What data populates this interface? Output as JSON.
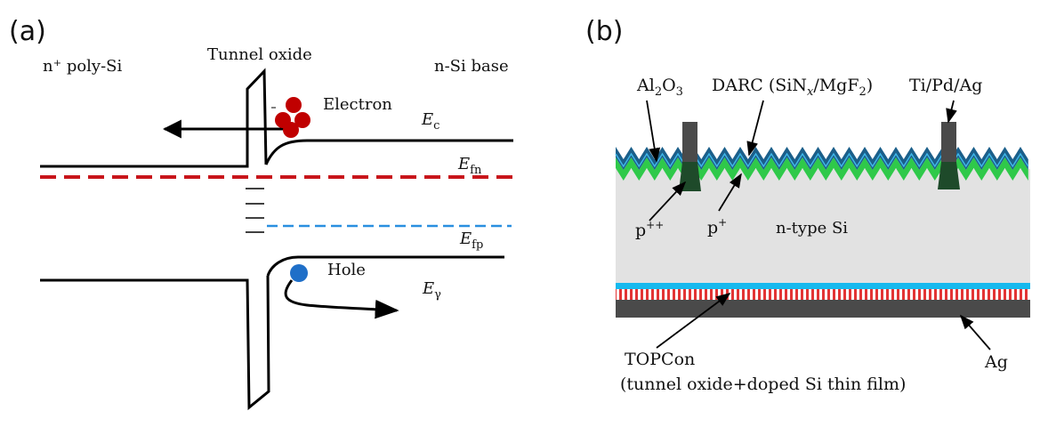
{
  "panel_a": {
    "label": "(a)",
    "left_region": "n⁺ poly-Si",
    "tunnel_oxide": "Tunnel oxide",
    "right_region": "n-Si base",
    "electron": "Electron",
    "hole": "Hole",
    "levels": {
      "ec": {
        "base": "E",
        "sub": "c"
      },
      "efn": {
        "base": "E",
        "sub": "fn"
      },
      "efp": {
        "base": "E",
        "sub": "fp"
      },
      "ev": {
        "base": "E",
        "sub": "γ"
      }
    },
    "colors": {
      "electron": "#c00000",
      "hole": "#1f6fc8",
      "efn_line": "#c8151b",
      "efp_line": "#2a8fe0"
    }
  },
  "panel_b": {
    "label": "(b)",
    "al2o3": {
      "base": "Al",
      "sub1": "2",
      "mid": "O",
      "sub2": "3"
    },
    "darc": {
      "prefix": "DARC (SiN",
      "sub1": "x",
      "mid": "/MgF",
      "sub2": "2",
      "suffix": ")"
    },
    "contact": "Ti/Pd/Ag",
    "p_plus_plus": {
      "base": "p",
      "sup": "++"
    },
    "p_plus": {
      "base": "p",
      "sup": "+"
    },
    "substrate": "n-type Si",
    "topcon": "TOPCon",
    "topcon_desc": "(tunnel oxide+doped Si thin film)",
    "rear_metal": "Ag",
    "colors": {
      "darc_top": "#1b5f8a",
      "p_layer": "#2fc94a",
      "substrate": "#e2e2e2",
      "cyan_layer": "#16b9ee",
      "topcon_stripe": "#e23535",
      "ag_layer": "#4a4a4a",
      "contact": "#444444"
    }
  }
}
